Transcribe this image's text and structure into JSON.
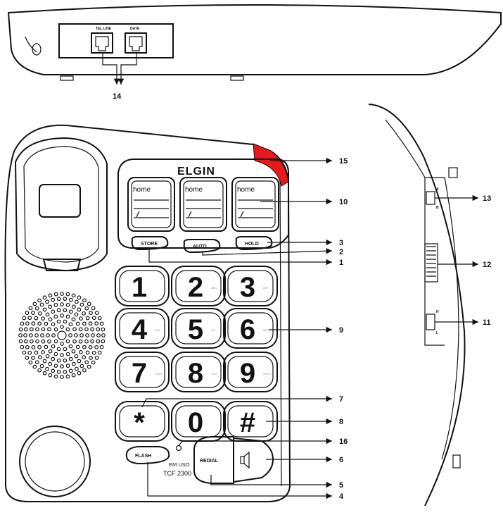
{
  "brand": "ELGIN",
  "jacks": {
    "left": "TEL LINE",
    "right": "DATA"
  },
  "memory_labels": [
    "home",
    "home",
    "home"
  ],
  "function_buttons": {
    "store": "STORE",
    "auto": "AUTO",
    "hold": "HOLD",
    "flash": "FLASH",
    "redial": "REDIAL"
  },
  "keypad": {
    "digits": [
      "1",
      "2",
      "3",
      "4",
      "5",
      "6",
      "7",
      "8",
      "9",
      "*",
      "0",
      "#"
    ],
    "letters": [
      "",
      "ABC",
      "DEF",
      "GHI",
      "JKL",
      "MNO",
      "PQRS",
      "TUV",
      "WXYZ",
      "",
      "",
      ""
    ]
  },
  "indicator": {
    "in_use": "EM USO",
    "model": "TCF 2300"
  },
  "side_switch_marks": [
    "A",
    "B",
    "H",
    "L"
  ],
  "callouts": [
    "1",
    "2",
    "3",
    "4",
    "5",
    "6",
    "7",
    "8",
    "9",
    "10",
    "11",
    "12",
    "13",
    "14",
    "15",
    "16"
  ],
  "colors": {
    "ink": "#111111",
    "accent": "#e8191a",
    "background": "#ffffff"
  }
}
